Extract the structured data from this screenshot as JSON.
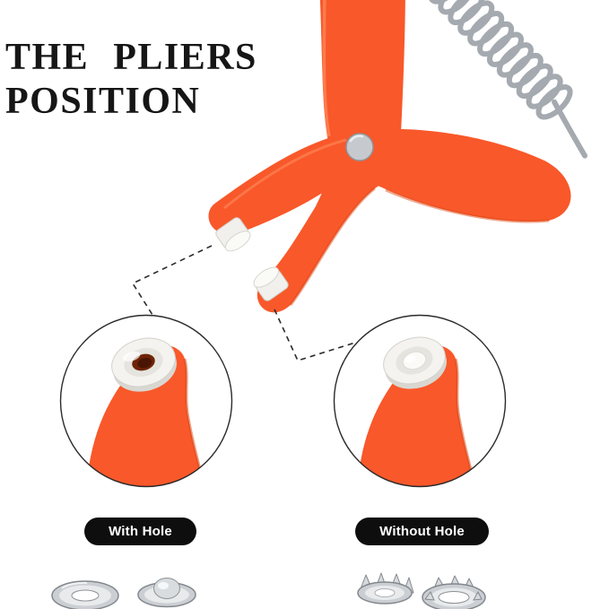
{
  "title": {
    "line1": "THE PLIERS",
    "line2": "POSITION"
  },
  "callouts": {
    "with_hole": "With Hole",
    "without_hole": "Without Hole"
  },
  "parts": {
    "pliers": "orange snap-fastener pliers",
    "spring": "coil spring",
    "zoom_left": "plier tip die with hole",
    "zoom_right": "plier tip die without hole",
    "hardware_left": "ring and stud snap parts",
    "hardware_right": "prong ring snap parts"
  },
  "colors": {
    "pliers_orange": "#F9582A",
    "pliers_orange_dark": "#D64310",
    "pliers_orange_light": "#FF8A5C",
    "rivet_silver": "#C6CACE",
    "spring_silver": "#A4AAAF",
    "outline_black": "#2B2B2B",
    "label_bg": "#0E0E0E",
    "label_text": "#FFFFFF",
    "die_white": "#F1F0EC",
    "grommet_hole_dark": "#6E2305",
    "hardware_silver": "#CBCFD3",
    "hardware_edge": "#83888D"
  }
}
